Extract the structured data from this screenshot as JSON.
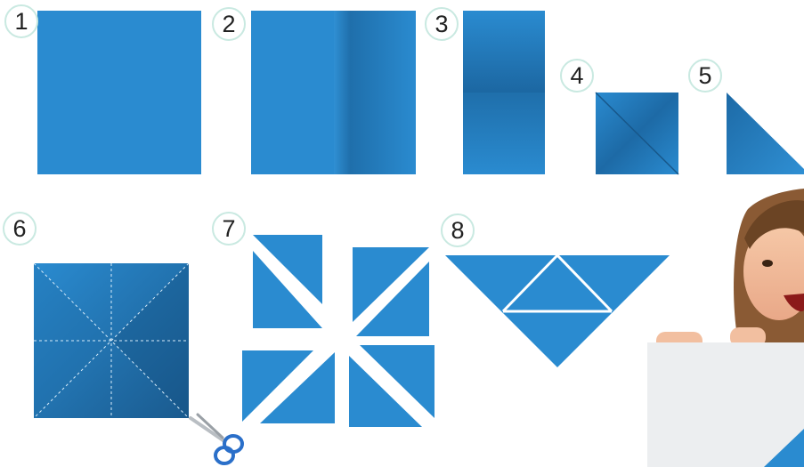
{
  "steps": [
    {
      "number": "1"
    },
    {
      "number": "2"
    },
    {
      "number": "3"
    },
    {
      "number": "4"
    },
    {
      "number": "5"
    },
    {
      "number": "6"
    },
    {
      "number": "7"
    },
    {
      "number": "8"
    }
  ],
  "colors": {
    "paper_blue": "#2a8bd0",
    "paper_shade": "#1f6fab",
    "badge_border": "#c9e9e1",
    "scissors_handle": "#2a6fc9",
    "board": "#eceef0"
  },
  "icons": [
    "scissors-icon"
  ]
}
